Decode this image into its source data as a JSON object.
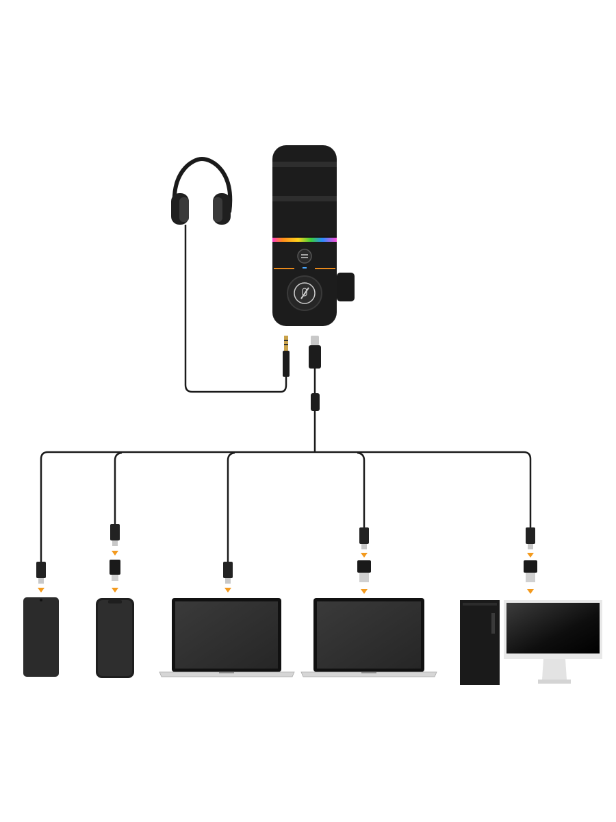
{
  "diagram": {
    "source": "USB microphone",
    "accessories": [
      "headphone-icon",
      "aux-jack-icon",
      "usb-c-plug-icon"
    ],
    "targets": [
      {
        "device": "android-phone-icon",
        "adapter": "none"
      },
      {
        "device": "iphone-icon",
        "adapter": "lightning-adapter-icon"
      },
      {
        "device": "laptop-usb-c-icon",
        "adapter": "none"
      },
      {
        "device": "laptop-usb-a-icon",
        "adapter": "usb-a-adapter-icon"
      },
      {
        "device": "desktop-pc-icon",
        "adapter": "usb-a-adapter-icon"
      }
    ]
  },
  "colors": {
    "background": "#ffffff",
    "cable": "#1a1a1a",
    "device": "#2b2b2b",
    "arrow": "#f39a1e",
    "accent_orange": "#e8891c",
    "silver": "#d6d6d6"
  }
}
